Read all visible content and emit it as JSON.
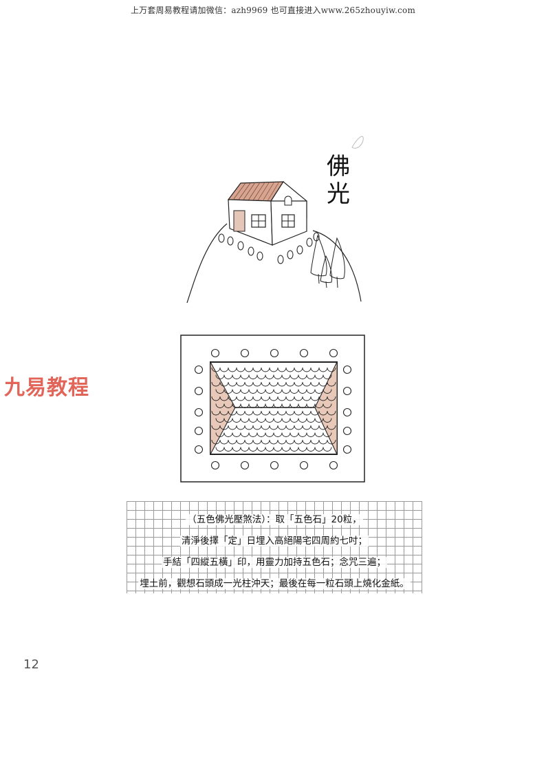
{
  "header": {
    "text": "上万套周易教程请加微信：azh9969  也可直接进入www.265zhouyiw.com"
  },
  "illustration_title": {
    "chars": [
      "佛",
      "光"
    ]
  },
  "watermark": {
    "text": "九易教程"
  },
  "method": {
    "lines": [
      "（五色佛光壓煞法）：取「五色石」20粒，",
      "清淨後擇「定」日埋入高絕陽宅四周約七吋；",
      "手結「四縱五橫」印，用靈力加持五色石；念咒三遍；",
      "埋土前，觀想石頭成一光柱沖天；最後在每一粒石頭上燒化金紙。"
    ]
  },
  "page": {
    "number": "12"
  },
  "colors": {
    "watermark": "#e2655a",
    "roof_tint": "#d8a48f"
  }
}
